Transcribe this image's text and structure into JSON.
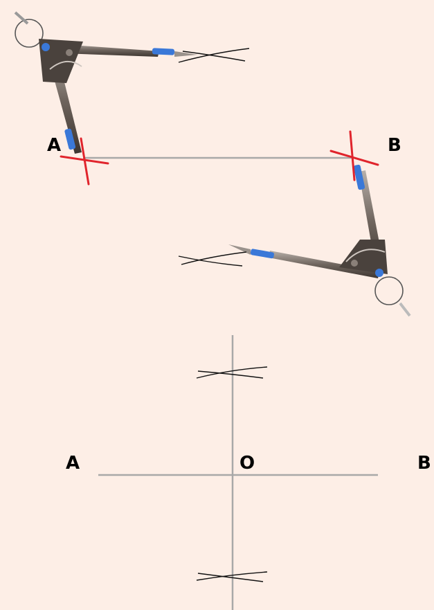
{
  "top_figure": {
    "label_a": "A",
    "label_b": "B"
  },
  "bottom_figure": {
    "label_a": "A",
    "label_o": "O",
    "label_b": "B"
  },
  "colors": {
    "background": "#fdeee6",
    "segment": "#a8a8a8",
    "mark_red": "#e0242c",
    "compass_blue": "#3a78d8",
    "compass_metal": "#8a8079",
    "arc_black": "#111111"
  },
  "icons": [
    "compass-icon",
    "compass-icon"
  ]
}
